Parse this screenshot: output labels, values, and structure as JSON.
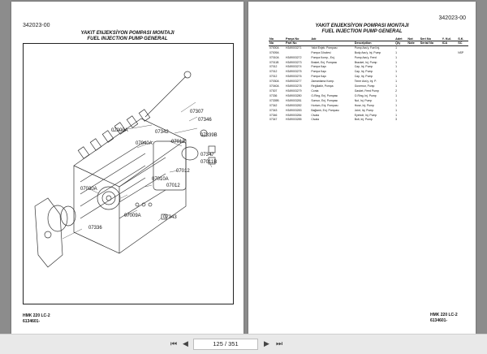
{
  "left_page": {
    "doc_number": "342023-00",
    "title_tr": "YAKIT ENJEKSİYON POMPASI MONTAJI",
    "title_en": "FUEL INJECTION PUMP GENERAL",
    "callouts": [
      "07307",
      "07346",
      "07000A",
      "07342",
      "07339B",
      "07040A",
      "07012",
      "07347",
      "07011B",
      "07012",
      "07030A",
      "07012",
      "07010A",
      "07009A",
      "07343",
      "07336"
    ],
    "model": "HMK 220 LC-2",
    "serial": "6134601-"
  },
  "right_page": {
    "doc_number": "342023-00",
    "title_tr": "YAKIT ENJEKSİYON POMPASI MONTAJI",
    "title_en": "FUEL INJECTION PUMP GENERAL",
    "headers": [
      [
        "No",
        "No"
      ],
      [
        "Parça No",
        "Part No"
      ],
      [
        "Adı",
        ""
      ],
      [
        "",
        "Description"
      ],
      [
        "Adet",
        "Qty"
      ],
      [
        "Not",
        "Note"
      ],
      [
        "Seri No",
        "Serial No"
      ],
      [
        "Y. Kul.",
        "ICA"
      ],
      [
        "S.K.",
        "SC"
      ]
    ],
    "rows": [
      [
        "07000A",
        "H349003271",
        "Yakıt Enjek. Pompası",
        "Pump Ass'y, Fuel Inj.",
        "1",
        "",
        "",
        "",
        ""
      ],
      [
        "07009A",
        "",
        "Pompa Gövdesi",
        "Body Ass'y, Inj. Pump",
        "1",
        "",
        "",
        "",
        "NSP"
      ],
      [
        "07010A",
        "H349003272",
        "Pompa Komp., Enj.",
        "Pump Ass'y, Feed",
        "1",
        "",
        "",
        "",
        ""
      ],
      [
        "07011B",
        "H349003273",
        "Braket, Enj. Pompası",
        "Bracket, Inj. Pump",
        "1",
        "",
        "",
        "",
        ""
      ],
      [
        "07012",
        "H349003274",
        "Pompa Kapı",
        "Cap, Inj. Pump",
        "1",
        "",
        "",
        "",
        ""
      ],
      [
        "07012",
        "H349003275",
        "Pompa Kapı",
        "Cap, Inj. Pump",
        "1",
        "",
        "",
        "",
        ""
      ],
      [
        "07012",
        "H349003276",
        "Pompa Kapı",
        "Cap, Inj. Pump",
        "1",
        "",
        "",
        "",
        ""
      ],
      [
        "07030A",
        "H349003277",
        "Zamanlama Komp.",
        "Timer Ass'y, Inj. P.",
        "1",
        "",
        "",
        "",
        ""
      ],
      [
        "07040A",
        "H349003278",
        "Regülatör, Pompa",
        "Governor, Pump",
        "1",
        "",
        "",
        "",
        ""
      ],
      [
        "07307",
        "H349003279",
        "Conta",
        "Gasket, Feed Pump",
        "2",
        "",
        "",
        "",
        ""
      ],
      [
        "07336",
        "H349003280",
        "O-Ring, Enj. Pompası",
        "O-Ring, Inj. Pump",
        "1",
        "",
        "",
        "",
        ""
      ],
      [
        "07339B",
        "H349003281",
        "Somun, Enj. Pompası",
        "Nut, Inj. Pump",
        "1",
        "",
        "",
        "",
        ""
      ],
      [
        "07342",
        "H349003282",
        "Hortum, Enj. Pompası",
        "Hose, Inj. Pump",
        "1",
        "",
        "",
        "",
        ""
      ],
      [
        "07343",
        "H349003283",
        "Bağlantı, Enj. Pompası",
        "Joint, Inj. Pump",
        "1",
        "",
        "",
        "",
        ""
      ],
      [
        "07346",
        "H349003284",
        "Civata",
        "Eyebolt, Inj. Pump",
        "1",
        "",
        "",
        "",
        ""
      ],
      [
        "07347",
        "H349003285",
        "Civata",
        "Bolt, Inj. Pump",
        "3",
        "",
        "",
        "",
        ""
      ]
    ],
    "model": "HMK 220 LC-2",
    "serial": "6134601-"
  },
  "toolbar": {
    "first": "⏮",
    "prev": "◀",
    "page_indicator": "125 / 351",
    "next": "▶",
    "last": "⏭"
  }
}
